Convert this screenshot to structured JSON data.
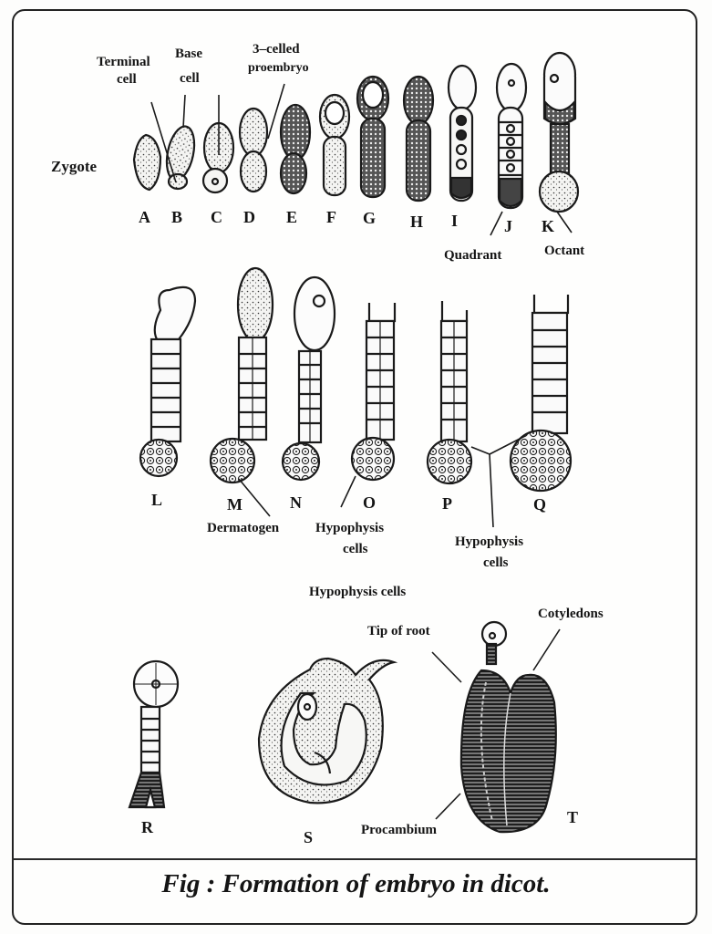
{
  "figure": {
    "caption": "Fig : Formation of embryo in dicot."
  },
  "labels": {
    "zygote": "Zygote",
    "terminal_cell_1": "Terminal",
    "terminal_cell_2": "cell",
    "base_cell_1": "Base",
    "base_cell_2": "cell",
    "proembryo_1": "3–celled",
    "proembryo_2": "proembryo",
    "quadrant": "Quadrant",
    "octant": "Octant",
    "dermatogen": "Dermatogen",
    "hypophysis_o_1": "Hypophysis",
    "hypophysis_o_2": "cells",
    "hypophysis_pq_1": "Hypophysis",
    "hypophysis_pq_2": "cells",
    "hypophysis_cells": "Hypophysis cells",
    "tip_of_root": "Tip of root",
    "cotyledons": "Cotyledons",
    "procambium": "Procambium"
  },
  "stages": {
    "row1": [
      "A",
      "B",
      "C",
      "D",
      "E",
      "F",
      "G",
      "H",
      "I",
      "J",
      "K"
    ],
    "row2": [
      "L",
      "M",
      "N",
      "O",
      "P",
      "Q"
    ],
    "row3": [
      "R",
      "S",
      "T"
    ]
  },
  "colors": {
    "ink": "#1a1a1a",
    "paper": "#fdfdfc",
    "stipple": "#3a3a3a"
  }
}
